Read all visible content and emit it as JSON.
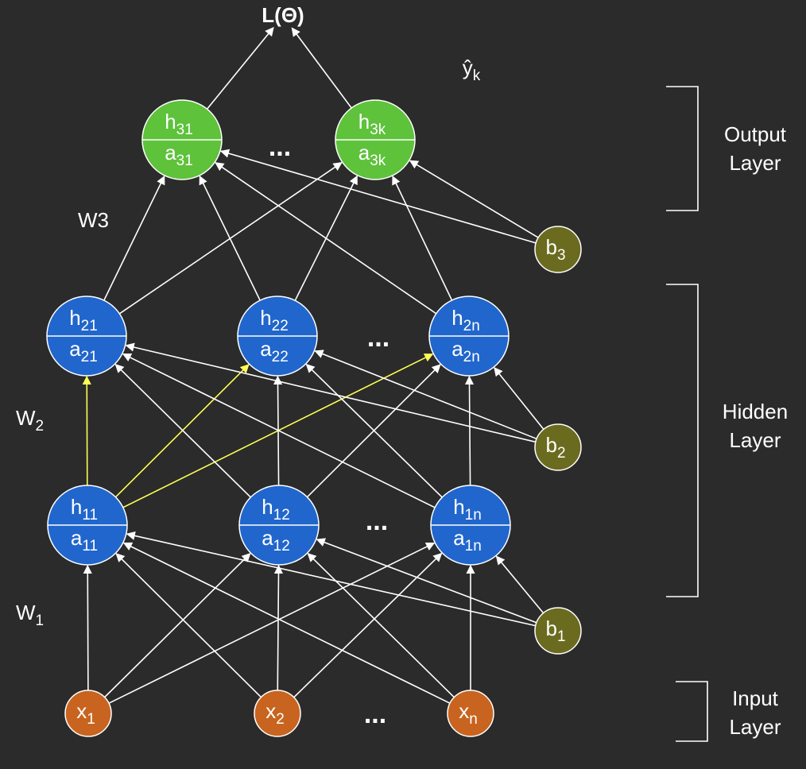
{
  "colors": {
    "background": "#2b2b2b",
    "output_node": "#5ec23b",
    "hidden_node": "#2166cc",
    "input_node": "#c8641f",
    "bias_node": "#6b6b20",
    "edge": "#ffffff",
    "highlight_edge": "#ffff55"
  },
  "loss": {
    "label": "L(Θ)"
  },
  "yhat": {
    "base": "ŷ",
    "sub": "k"
  },
  "weights": [
    {
      "id": "w3",
      "base": "W3",
      "sub": ""
    },
    {
      "id": "w2",
      "base": "W",
      "sub": "2"
    },
    {
      "id": "w1",
      "base": "W",
      "sub": "1"
    }
  ],
  "nodes": [
    {
      "id": "h31",
      "kind": "output",
      "top": {
        "base": "h",
        "sub": "31"
      },
      "bottom": {
        "base": "a",
        "sub": "31"
      }
    },
    {
      "id": "h3k",
      "kind": "output",
      "top": {
        "base": "h",
        "sub": "3k"
      },
      "bottom": {
        "base": "a",
        "sub": "3k"
      }
    },
    {
      "id": "h21",
      "kind": "hidden",
      "top": {
        "base": "h",
        "sub": "21"
      },
      "bottom": {
        "base": "a",
        "sub": "21"
      }
    },
    {
      "id": "h22",
      "kind": "hidden",
      "top": {
        "base": "h",
        "sub": "22"
      },
      "bottom": {
        "base": "a",
        "sub": "22"
      }
    },
    {
      "id": "h2n",
      "kind": "hidden",
      "top": {
        "base": "h",
        "sub": "2n"
      },
      "bottom": {
        "base": "a",
        "sub": "2n"
      }
    },
    {
      "id": "h11",
      "kind": "hidden",
      "top": {
        "base": "h",
        "sub": "11"
      },
      "bottom": {
        "base": "a",
        "sub": "11"
      }
    },
    {
      "id": "h12",
      "kind": "hidden",
      "top": {
        "base": "h",
        "sub": "12"
      },
      "bottom": {
        "base": "a",
        "sub": "12"
      }
    },
    {
      "id": "h1n",
      "kind": "hidden",
      "top": {
        "base": "h",
        "sub": "1n"
      },
      "bottom": {
        "base": "a",
        "sub": "1n"
      }
    },
    {
      "id": "b3",
      "kind": "bias",
      "label": {
        "base": "b",
        "sub": "3"
      }
    },
    {
      "id": "b2",
      "kind": "bias",
      "label": {
        "base": "b",
        "sub": "2"
      }
    },
    {
      "id": "b1",
      "kind": "bias",
      "label": {
        "base": "b",
        "sub": "1"
      }
    },
    {
      "id": "x1",
      "kind": "input",
      "label": {
        "base": "x",
        "sub": "1"
      }
    },
    {
      "id": "x2",
      "kind": "input",
      "label": {
        "base": "x",
        "sub": "2"
      }
    },
    {
      "id": "xn",
      "kind": "input",
      "label": {
        "base": "x",
        "sub": "n"
      }
    }
  ],
  "edges": [
    [
      "h31",
      "loss"
    ],
    [
      "h3k",
      "loss"
    ],
    [
      "h21",
      "h31"
    ],
    [
      "h21",
      "h3k"
    ],
    [
      "h22",
      "h31"
    ],
    [
      "h22",
      "h3k"
    ],
    [
      "h2n",
      "h31"
    ],
    [
      "h2n",
      "h3k"
    ],
    [
      "b3",
      "h31"
    ],
    [
      "b3",
      "h3k"
    ],
    [
      "h11",
      "h21",
      "hl"
    ],
    [
      "h11",
      "h22",
      "hl"
    ],
    [
      "h11",
      "h2n",
      "hl"
    ],
    [
      "h12",
      "h21"
    ],
    [
      "h12",
      "h22"
    ],
    [
      "h12",
      "h2n"
    ],
    [
      "h1n",
      "h21"
    ],
    [
      "h1n",
      "h22"
    ],
    [
      "h1n",
      "h2n"
    ],
    [
      "b2",
      "h21"
    ],
    [
      "b2",
      "h22"
    ],
    [
      "b2",
      "h2n"
    ],
    [
      "x1",
      "h11"
    ],
    [
      "x1",
      "h12"
    ],
    [
      "x1",
      "h1n"
    ],
    [
      "x2",
      "h11"
    ],
    [
      "x2",
      "h12"
    ],
    [
      "x2",
      "h1n"
    ],
    [
      "xn",
      "h11"
    ],
    [
      "xn",
      "h12"
    ],
    [
      "xn",
      "h1n"
    ],
    [
      "b1",
      "h11"
    ],
    [
      "b1",
      "h12"
    ],
    [
      "b1",
      "h1n"
    ]
  ],
  "ellipsis": "...",
  "layers": [
    {
      "id": "output",
      "lines": [
        "Output",
        "Layer"
      ]
    },
    {
      "id": "hidden",
      "lines": [
        "Hidden",
        "Layer"
      ]
    },
    {
      "id": "input",
      "lines": [
        "Input",
        "Layer"
      ]
    }
  ]
}
